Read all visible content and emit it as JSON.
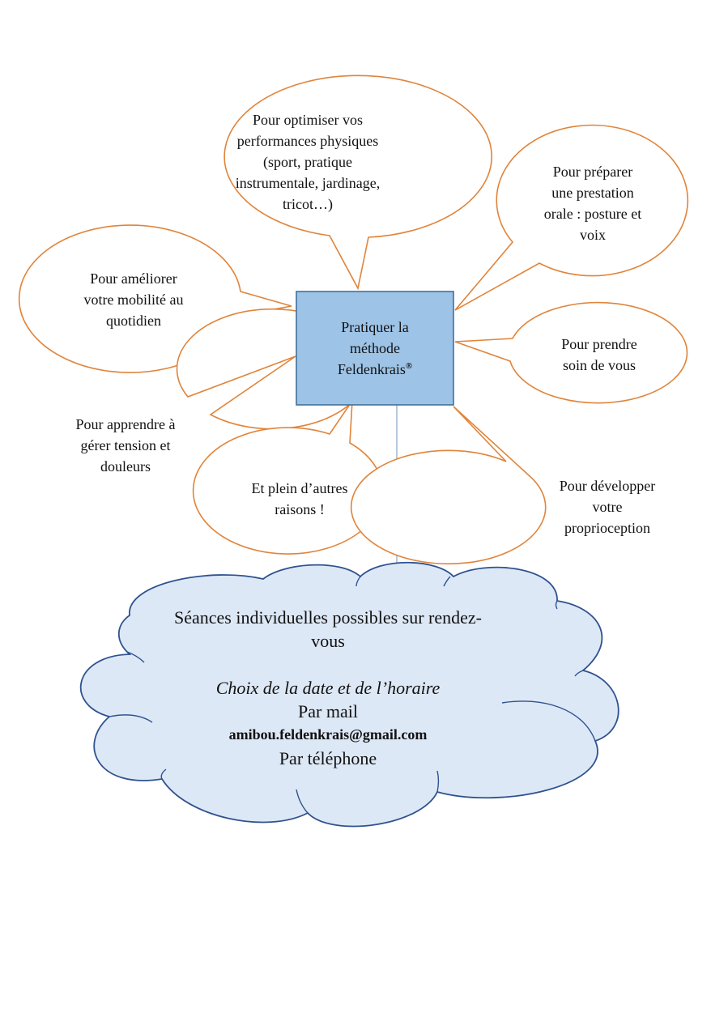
{
  "colors": {
    "bubble_stroke": "#e0843a",
    "center_fill": "#9dc3e6",
    "center_stroke": "#41719c",
    "cloud_fill": "#dde8f6",
    "cloud_stroke": "#2f528f"
  },
  "center": {
    "line1": "Pratiquer la",
    "line2": "méthode",
    "line3": "Feldenkrais",
    "mark": "®"
  },
  "bubbles": {
    "performances": "Pour optimiser vos\nperformances physiques\n(sport, pratique\ninstrumentale, jardinage,\ntricot…)",
    "prestation": "Pour préparer\nune prestation\norale : posture et\nvoix",
    "mobilite": "Pour améliorer\nvotre mobilité au\nquotidien",
    "soin": "Pour prendre\nsoin de vous",
    "tension": "Pour apprendre à\ngérer tension et\ndouleurs",
    "autres": "Et plein d’autres\nraisons !",
    "proprioception": "Pour développer\nvotre\nproprioception"
  },
  "cloud": {
    "line1": "Séances individuelles possibles sur rendez-",
    "line2": "vous",
    "choix": "Choix de la date et de l’horaire",
    "mail_label": "Par mail",
    "email": "amibou.feldenkrais@gmail.com",
    "phone_label": "Par téléphone"
  }
}
